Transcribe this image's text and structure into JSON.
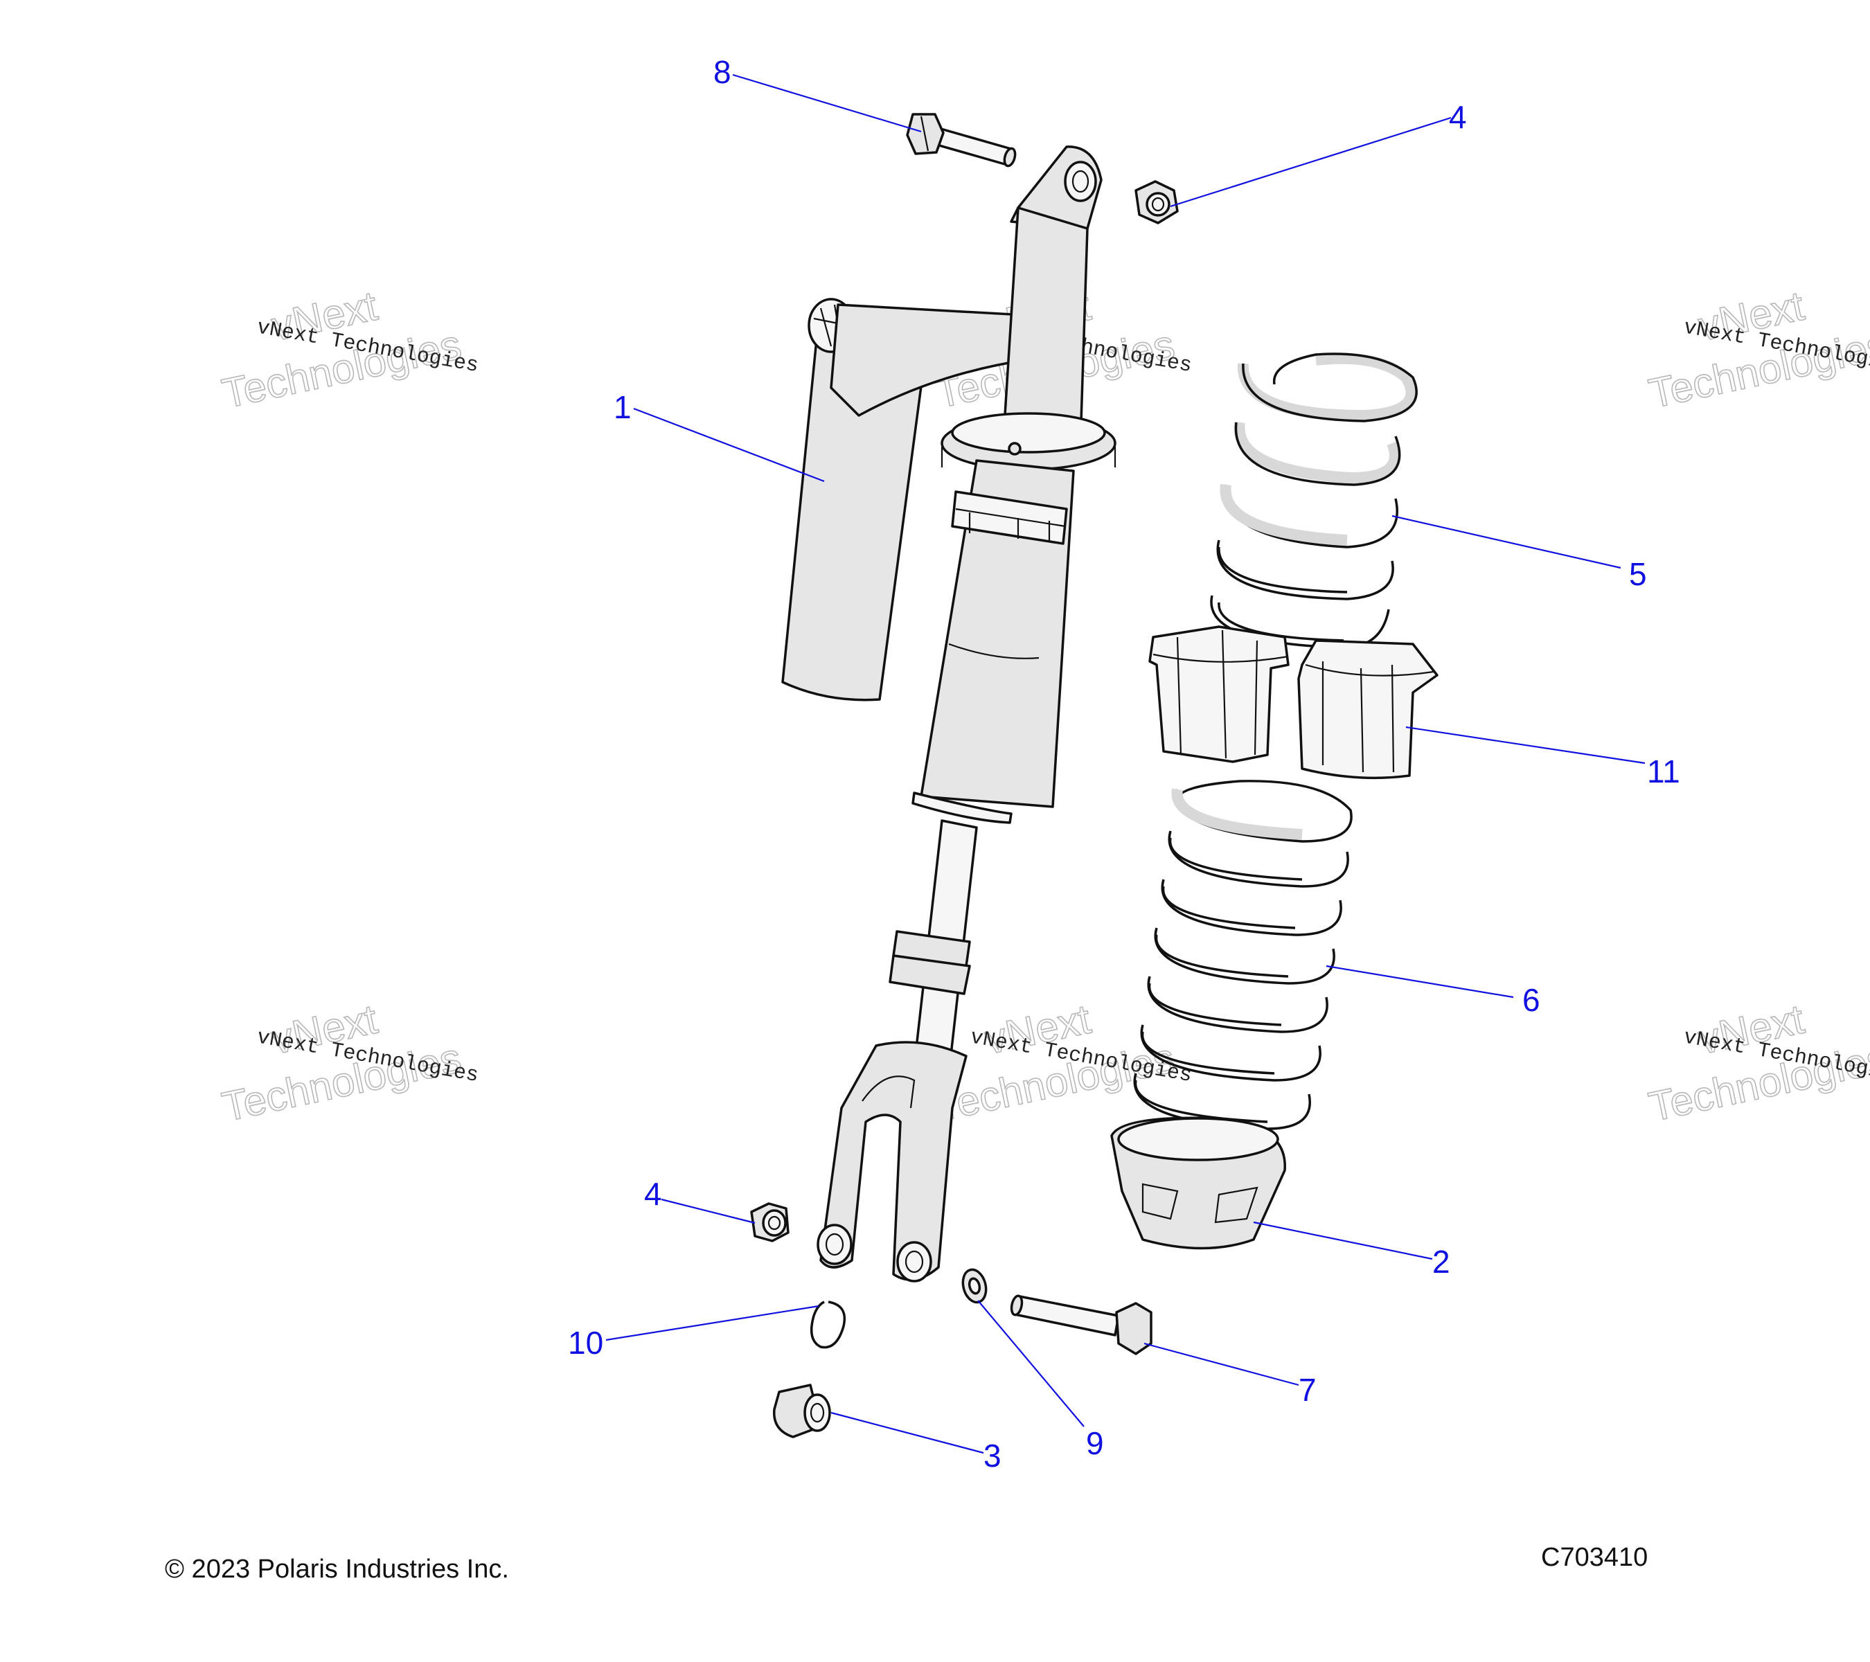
{
  "figure_id": "C703410",
  "copyright": "© 2023 Polaris Industries Inc.",
  "watermark": {
    "line1": "vNext",
    "line2": "Technologies",
    "small": "vNext Technologies"
  },
  "callouts": [
    {
      "id": "c1",
      "label": "1"
    },
    {
      "id": "c2",
      "label": "2"
    },
    {
      "id": "c3",
      "label": "3"
    },
    {
      "id": "c4a",
      "label": "4"
    },
    {
      "id": "c4b",
      "label": "4"
    },
    {
      "id": "c5",
      "label": "5"
    },
    {
      "id": "c6",
      "label": "6"
    },
    {
      "id": "c7",
      "label": "7"
    },
    {
      "id": "c8",
      "label": "8"
    },
    {
      "id": "c9",
      "label": "9"
    },
    {
      "id": "c10",
      "label": "10"
    },
    {
      "id": "c11",
      "label": "11"
    }
  ],
  "colors": {
    "callout": "#1010e0",
    "line_art": "#111111",
    "part_fill": "#e6e6e6",
    "watermark": "#b8b8b8"
  }
}
